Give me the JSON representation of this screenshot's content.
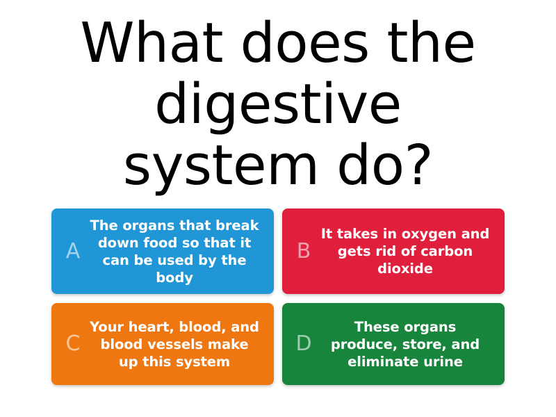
{
  "question": {
    "text": "What does the digestive system do?",
    "color": "#000000"
  },
  "answers": [
    {
      "letter": "A",
      "text": "The organs that break down food so that it can be used by the body",
      "color": "#2196d6"
    },
    {
      "letter": "B",
      "text": "It takes in oxygen and gets rid of carbon dioxide",
      "color": "#df1f3c"
    },
    {
      "letter": "C",
      "text": "Your heart, blood, and blood vessels make up this system",
      "color": "#ee7711"
    },
    {
      "letter": "D",
      "text": "These organs produce, store, and eliminate urine",
      "color": "#17853b"
    }
  ],
  "background": "#ffffff"
}
